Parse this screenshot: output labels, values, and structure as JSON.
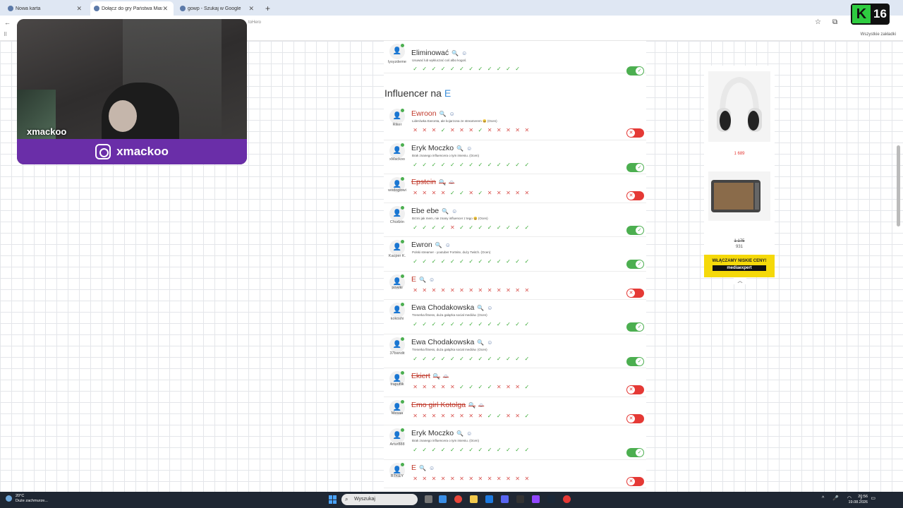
{
  "browser": {
    "tabs": [
      {
        "label": "Nowa karta",
        "active": false
      },
      {
        "label": "Dołącz do gry Państwa Miasta",
        "active": true
      },
      {
        "label": "gowp - Szukaj w Google",
        "active": false
      }
    ],
    "new_tab": "+",
    "address_visible": "toHero",
    "bookmarks_label": "Wszystkie zakładki"
  },
  "game": {
    "top_row": {
      "user": "lysyzdeme",
      "answer": "Eliminować",
      "desc": "Usuwać lub wykluczać coś albo kogoś.",
      "marks": [
        "ok",
        "ok",
        "ok",
        "ok",
        "ok",
        "ok",
        "ok",
        "ok",
        "ok",
        "ok",
        "ok",
        "ok"
      ],
      "accepted": true
    },
    "section_title": "Influencer na",
    "section_letter": "E",
    "rows": [
      {
        "user": "Riker",
        "answer": "Ewroon",
        "style": "badnoline",
        "desc": "Liderówka Ewronta, ale kojarzona ze streamerem 😀 (Ocen)",
        "marks": [
          "x",
          "x",
          "x",
          "ok",
          "x",
          "x",
          "x",
          "ok",
          "x",
          "x",
          "x",
          "x",
          "x"
        ],
        "accepted": false
      },
      {
        "user": "xMackoo",
        "answer": "Eryk Moczko",
        "style": "",
        "desc": "Brak znanego influencera o tym imieniu. (Ocen)",
        "marks": [
          "ok",
          "ok",
          "ok",
          "ok",
          "ok",
          "ok",
          "ok",
          "ok",
          "ok",
          "ok",
          "ok",
          "ok",
          "ok"
        ],
        "accepted": true
      },
      {
        "user": "wodogłowi",
        "answer": "Epstein",
        "style": "bad",
        "desc": "",
        "marks": [
          "x",
          "x",
          "x",
          "x",
          "ok",
          "ok",
          "x",
          "ok",
          "x",
          "x",
          "x",
          "x",
          "x"
        ],
        "accepted": false
      },
      {
        "user": "Chudzin",
        "answer": "Ebe ebe",
        "style": "",
        "desc": "Brzmi jak mem, nie znany influencer z tego 😀 (Ocen)",
        "marks": [
          "ok",
          "ok",
          "ok",
          "ok",
          "x",
          "ok",
          "ok",
          "ok",
          "ok",
          "ok",
          "ok",
          "ok",
          "ok"
        ],
        "accepted": true
      },
      {
        "user": "Kacper K.",
        "answer": "Ewron",
        "style": "",
        "desc": "Polski streamer - youtuber Fortnite, duży Twitch. (Ocen)",
        "marks": [
          "ok",
          "ok",
          "ok",
          "ok",
          "ok",
          "ok",
          "ok",
          "ok",
          "ok",
          "ok",
          "ok",
          "ok",
          "ok"
        ],
        "accepted": true
      },
      {
        "user": "powiki",
        "answer": "E",
        "style": "badnoline",
        "desc": "",
        "marks": [
          "x",
          "x",
          "x",
          "x",
          "x",
          "x",
          "x",
          "x",
          "x",
          "x",
          "x",
          "x",
          "x"
        ],
        "accepted": false
      },
      {
        "user": "kokoshi",
        "answer": "Ewa Chodakowska",
        "style": "",
        "desc": "Trenerka fitness, duża gałązka social mediów. (Ocen)",
        "marks": [
          "ok",
          "ok",
          "ok",
          "ok",
          "ok",
          "ok",
          "ok",
          "ok",
          "ok",
          "ok",
          "ok",
          "ok",
          "ok"
        ],
        "accepted": true
      },
      {
        "user": "37bandit",
        "answer": "Ewa Chodakowska",
        "style": "",
        "desc": "Trenerka fitness, duża gałązka social mediów. (Ocen)",
        "marks": [
          "ok",
          "ok",
          "ok",
          "ok",
          "ok",
          "ok",
          "ok",
          "ok",
          "ok",
          "ok",
          "ok",
          "ok",
          "ok"
        ],
        "accepted": true
      },
      {
        "user": "trapuflik",
        "answer": "Ekiert",
        "style": "bad",
        "desc": "",
        "marks": [
          "x",
          "x",
          "x",
          "x",
          "x",
          "ok",
          "ok",
          "ok",
          "ok",
          "x",
          "x",
          "x",
          "ok"
        ],
        "accepted": false
      },
      {
        "user": "Mesaa",
        "answer": "Emo girl Kotolga",
        "style": "bad",
        "desc": "",
        "marks": [
          "x",
          "x",
          "x",
          "x",
          "x",
          "x",
          "x",
          "x",
          "ok",
          "ok",
          "x",
          "x",
          "ok"
        ],
        "accepted": false
      },
      {
        "user": "Artur888",
        "answer": "Eryk Moczko",
        "style": "",
        "desc": "Brak znanego influencera o tym imieniu. (Ocen)",
        "marks": [
          "ok",
          "ok",
          "ok",
          "ok",
          "ok",
          "ok",
          "ok",
          "ok",
          "ok",
          "ok",
          "ok",
          "ok",
          "ok"
        ],
        "accepted": true
      },
      {
        "user": "BTKEY",
        "answer": "E",
        "style": "badnoline",
        "desc": "",
        "marks": [
          "x",
          "x",
          "x",
          "x",
          "x",
          "x",
          "x",
          "x",
          "x",
          "x",
          "x",
          "x",
          "x"
        ],
        "accepted": false
      }
    ]
  },
  "ad": {
    "price1": "1 689",
    "old_price2": "1 175",
    "price2": "931",
    "banner": "WŁĄCZAMY NISKIE CENY!",
    "brand": "mediaexpert"
  },
  "stream": {
    "name": "xmackoo",
    "instagram": "xmackoo",
    "badge_letter": "K",
    "badge_number": "16"
  },
  "taskbar": {
    "temp": "20°C",
    "weather": "Duże zachmurze...",
    "search": "Wyszukaj",
    "time": "20:56",
    "date": "19.08.2026"
  },
  "colors": {
    "accent": "#3d8fd9",
    "ok": "#3aaa35",
    "bad": "#e53935",
    "stream_bar": "#6a2ea8"
  }
}
